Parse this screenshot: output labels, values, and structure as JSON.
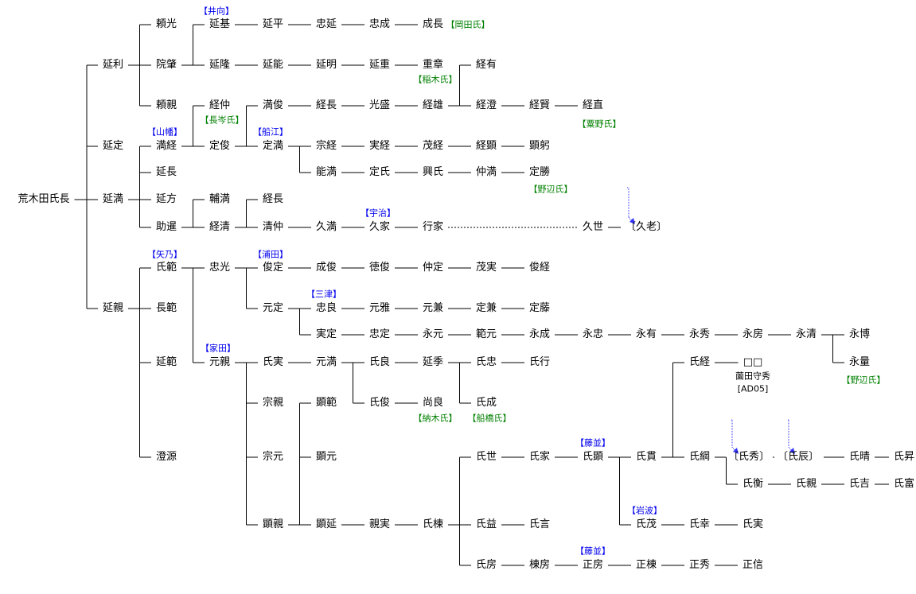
{
  "people": [
    "荒木田氏長",
    "延利",
    "延定",
    "延満",
    "延親",
    "頼光",
    "院肇",
    "頼親",
    "満経",
    "延長",
    "延方",
    "助暹",
    "延基",
    "延平",
    "忠延",
    "忠成",
    "成長",
    "延隆",
    "延能",
    "延明",
    "延重",
    "重章",
    "経有",
    "経仲",
    "満俊",
    "経長",
    "光盛",
    "経雄",
    "経澄",
    "経賢",
    "経直",
    "定俊",
    "定満",
    "宗経",
    "実経",
    "茂経",
    "経顕",
    "顕躬",
    "能満",
    "定氏",
    "興氏",
    "仲満",
    "定勝",
    "輔満",
    "経長",
    "経清",
    "清仲",
    "久満",
    "久家",
    "行家",
    "久世",
    "〔久老〕",
    "氏範",
    "忠光",
    "俊定",
    "成俊",
    "徳俊",
    "仲定",
    "茂実",
    "俊経",
    "長範",
    "元定",
    "忠良",
    "元雅",
    "元兼",
    "定兼",
    "定藤",
    "実定",
    "忠定",
    "永元",
    "範元",
    "永成",
    "永忠",
    "永有",
    "永秀",
    "永房",
    "永清",
    "永博",
    "延範",
    "元親",
    "氏実",
    "元満",
    "氏良",
    "延季",
    "氏忠",
    "氏行",
    "氏経",
    "□□",
    "永量",
    "宗親",
    "顕範",
    "氏俊",
    "尚良",
    "氏成",
    "澄源",
    "宗元",
    "顕元",
    "氏世",
    "氏家",
    "氏顕",
    "氏貫",
    "氏綱",
    "〔氏秀〕",
    "〔氏辰〕",
    "氏晴",
    "氏昇",
    "氏衡",
    "氏親",
    "氏吉",
    "氏富",
    "顕親",
    "顕延",
    "親実",
    "氏棟",
    "氏益",
    "氏言",
    "氏茂",
    "氏幸",
    "氏実",
    "氏房",
    "棟房",
    "正房",
    "正棟",
    "正秀",
    "正信"
  ],
  "annotations": [
    {
      "text": "【井向】",
      "color": "blue"
    },
    {
      "text": "【岡田氏】",
      "color": "green"
    },
    {
      "text": "【稲木氏】",
      "color": "green"
    },
    {
      "text": "【長岑氏】",
      "color": "green"
    },
    {
      "text": "【粟野氏】",
      "color": "green"
    },
    {
      "text": "【山幡】",
      "color": "blue"
    },
    {
      "text": "【船江】",
      "color": "blue"
    },
    {
      "text": "【野辺氏】",
      "color": "green"
    },
    {
      "text": "【宇治】",
      "color": "blue"
    },
    {
      "text": "【矢乃】",
      "color": "blue"
    },
    {
      "text": "【浦田】",
      "color": "blue"
    },
    {
      "text": "【三津】",
      "color": "blue"
    },
    {
      "text": "【家田】",
      "color": "blue"
    },
    {
      "text": "薗田守秀",
      "color": "black"
    },
    {
      "text": "[AD05]",
      "color": "black"
    },
    {
      "text": "【野辺氏】",
      "color": "green"
    },
    {
      "text": "【納木氏】",
      "color": "green"
    },
    {
      "text": "【船橋氏】",
      "color": "green"
    },
    {
      "text": "【藤並】",
      "color": "blue"
    },
    {
      "text": "【岩波】",
      "color": "blue"
    },
    {
      "text": "【藤並】",
      "color": "blue"
    }
  ],
  "colors": {
    "line": "#000000",
    "annotation_blue": "#0000ee",
    "annotation_green": "#008000",
    "arrow": "#3333ff"
  }
}
